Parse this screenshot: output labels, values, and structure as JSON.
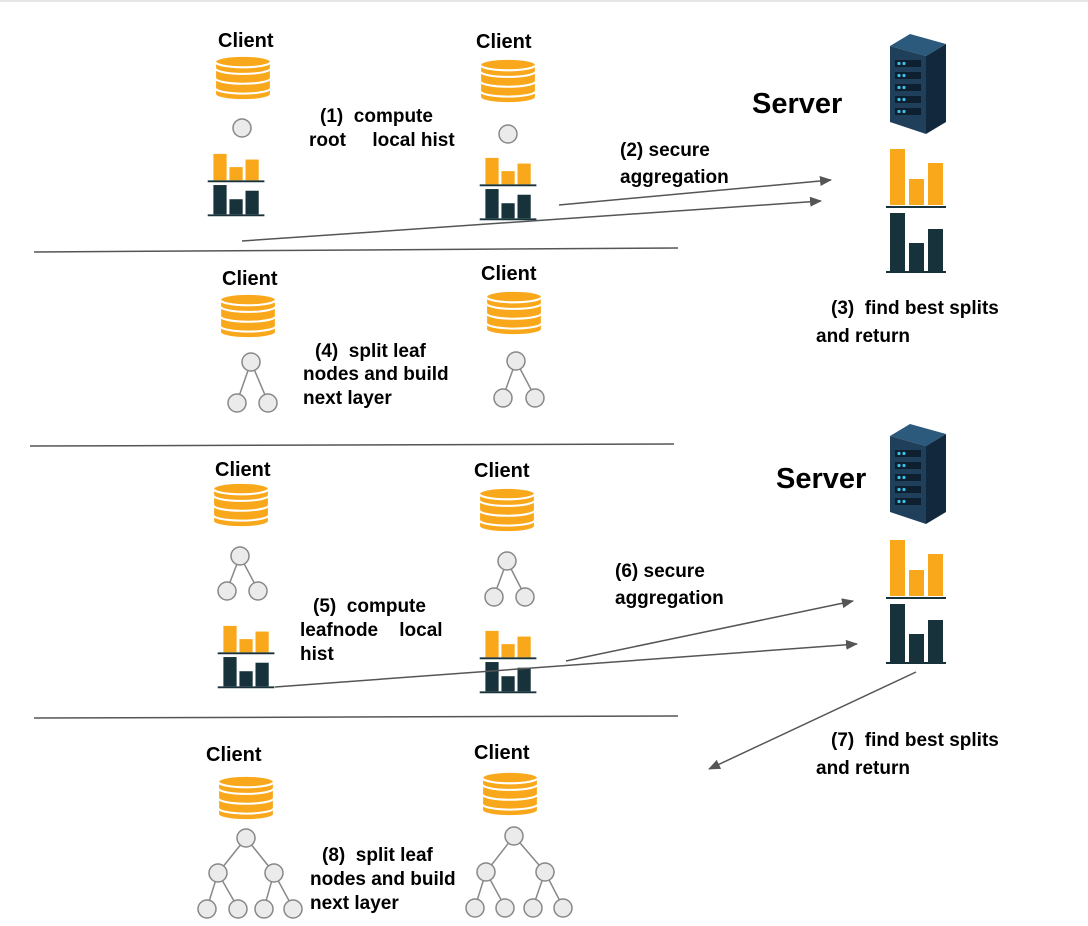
{
  "labels": {
    "client": "Client",
    "server": "Server"
  },
  "steps": {
    "s1_line1": "(1)  compute",
    "s1_line2": "root     local hist",
    "s2_line1": "(2) secure",
    "s2_line2": "aggregation",
    "s3_line1": "(3)  find best splits",
    "s3_line2": "and return",
    "s4_line1": "(4)  split leaf",
    "s4_line2": "nodes and build",
    "s4_line3": "next layer",
    "s5_line1": "(5)  compute",
    "s5_line2": "leafnode    local",
    "s5_line3": "hist",
    "s6_line1": "(6) secure",
    "s6_line2": "aggregation",
    "s7_line1": "(7)  find best splits",
    "s7_line2": "and return",
    "s8_line1": "(8)  split leaf",
    "s8_line2": "nodes and build",
    "s8_line3": "next layer"
  },
  "colors": {
    "database": "#f9a81b",
    "hist_orange": "#f9a81b",
    "hist_dark": "#17323a",
    "node_fill": "#ebebeb",
    "node_stroke": "#888888",
    "arrow": "#555555",
    "divider": "#555555",
    "server_body": "#1f3f5a",
    "server_side": "#12283d",
    "server_led": "#3fc0e8"
  },
  "icons": {
    "database": "database-icon",
    "server": "server-rack-icon",
    "histogram": "histogram-icon",
    "tree": "tree-icon"
  }
}
